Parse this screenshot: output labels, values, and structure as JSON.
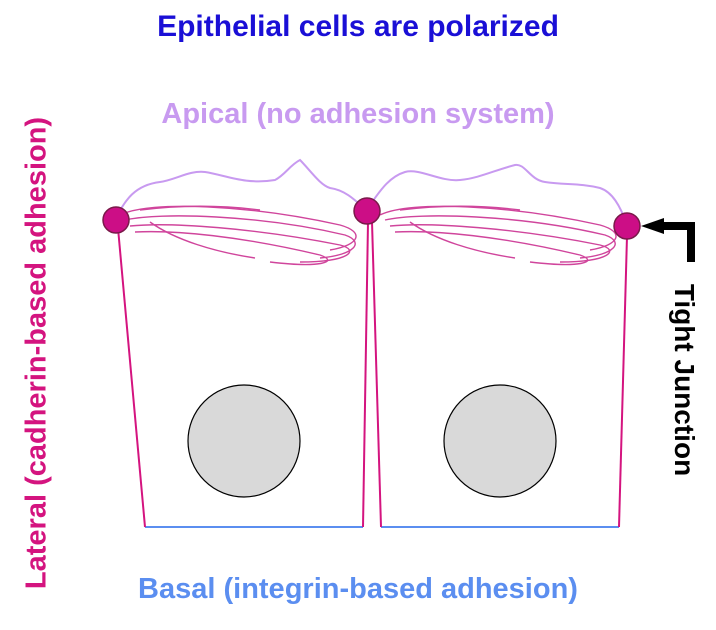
{
  "title": "Epithelial cells are polarized",
  "labels": {
    "apical": "Apical (no adhesion system)",
    "basal": "Basal (integrin-based adhesion)",
    "lateral": "Lateral (cadherin-based adhesion)",
    "tight_junction": "Tight Junction"
  },
  "colors": {
    "title": "#1a0fd6",
    "apical": "#c89af0",
    "basal": "#5b8ef0",
    "lateral": "#d4147f",
    "tight_junction": "#000000",
    "nucleus_fill": "#d9d9d9",
    "junction_fill": "#cc0e86",
    "junction_stroke": "#7a1a4a",
    "actin": "#d0459c"
  },
  "icons": {
    "cell": "epithelial-cell-icon",
    "nucleus": "nucleus-icon",
    "junction": "tight-junction-icon",
    "pointer": "junction-pointer-icon"
  }
}
